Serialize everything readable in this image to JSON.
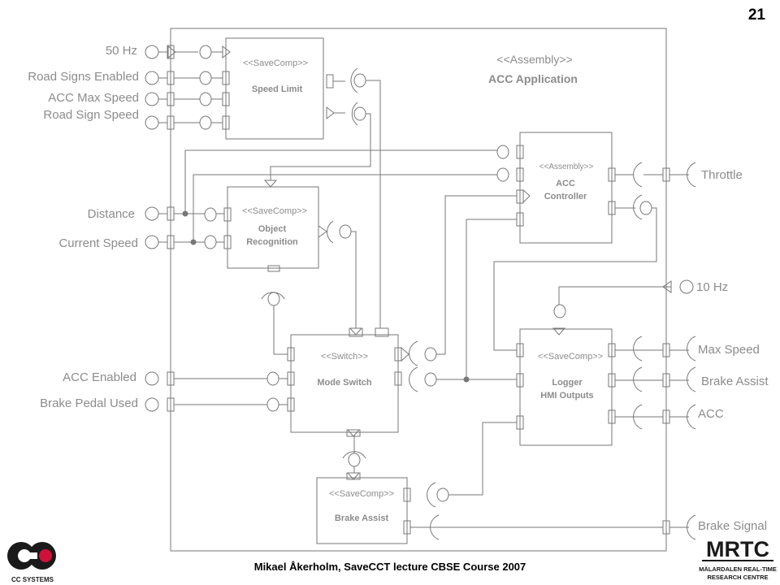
{
  "slide_number": "21",
  "footer": "Mikael Åkerholm, SaveCCT lecture CBSE Course 2007",
  "assembly": {
    "stereotype": "<<Assembly>>",
    "name": "ACC Application"
  },
  "inputs": {
    "hz50": "50 Hz",
    "road_signs_enabled": "Road Signs Enabled",
    "acc_max_speed": "ACC Max Speed",
    "road_sign_speed": "Road Sign Speed",
    "distance": "Distance",
    "current_speed": "Current Speed",
    "acc_enabled": "ACC Enabled",
    "brake_pedal_used": "Brake Pedal Used"
  },
  "outputs": {
    "throttle": "Throttle",
    "hz10": "10 Hz",
    "max_speed": "Max Speed",
    "brake_assist": "Brake Assist",
    "acc": "ACC",
    "brake_signal": "Brake Signal"
  },
  "components": {
    "speed_limit": {
      "stereotype": "<<SaveComp>>",
      "name": "Speed Limit"
    },
    "object_recognition": {
      "stereotype": "<<SaveComp>>",
      "name_line1": "Object",
      "name_line2": "Recognition"
    },
    "acc_controller": {
      "stereotype": "<<Assembly>>",
      "name_line1": "ACC",
      "name_line2": "Controller"
    },
    "mode_switch": {
      "stereotype": "<<Switch>>",
      "name": "Mode Switch"
    },
    "logger": {
      "stereotype": "<<SaveComp>>",
      "name_line1": "Logger",
      "name_line2": "HMI Outputs"
    },
    "brake_assist": {
      "stereotype": "<<SaveComp>>",
      "name": "Brake Assist"
    }
  },
  "logos": {
    "left": {
      "text": "CC SYSTEMS",
      "colors": [
        "#1a1a1a",
        "#d0103a"
      ]
    },
    "right": {
      "text": "MRTC",
      "line1": "MÄLARDALEN REAL-TIME",
      "line2": "RESEARCH CENTRE",
      "color": "#1a1a1a"
    }
  }
}
